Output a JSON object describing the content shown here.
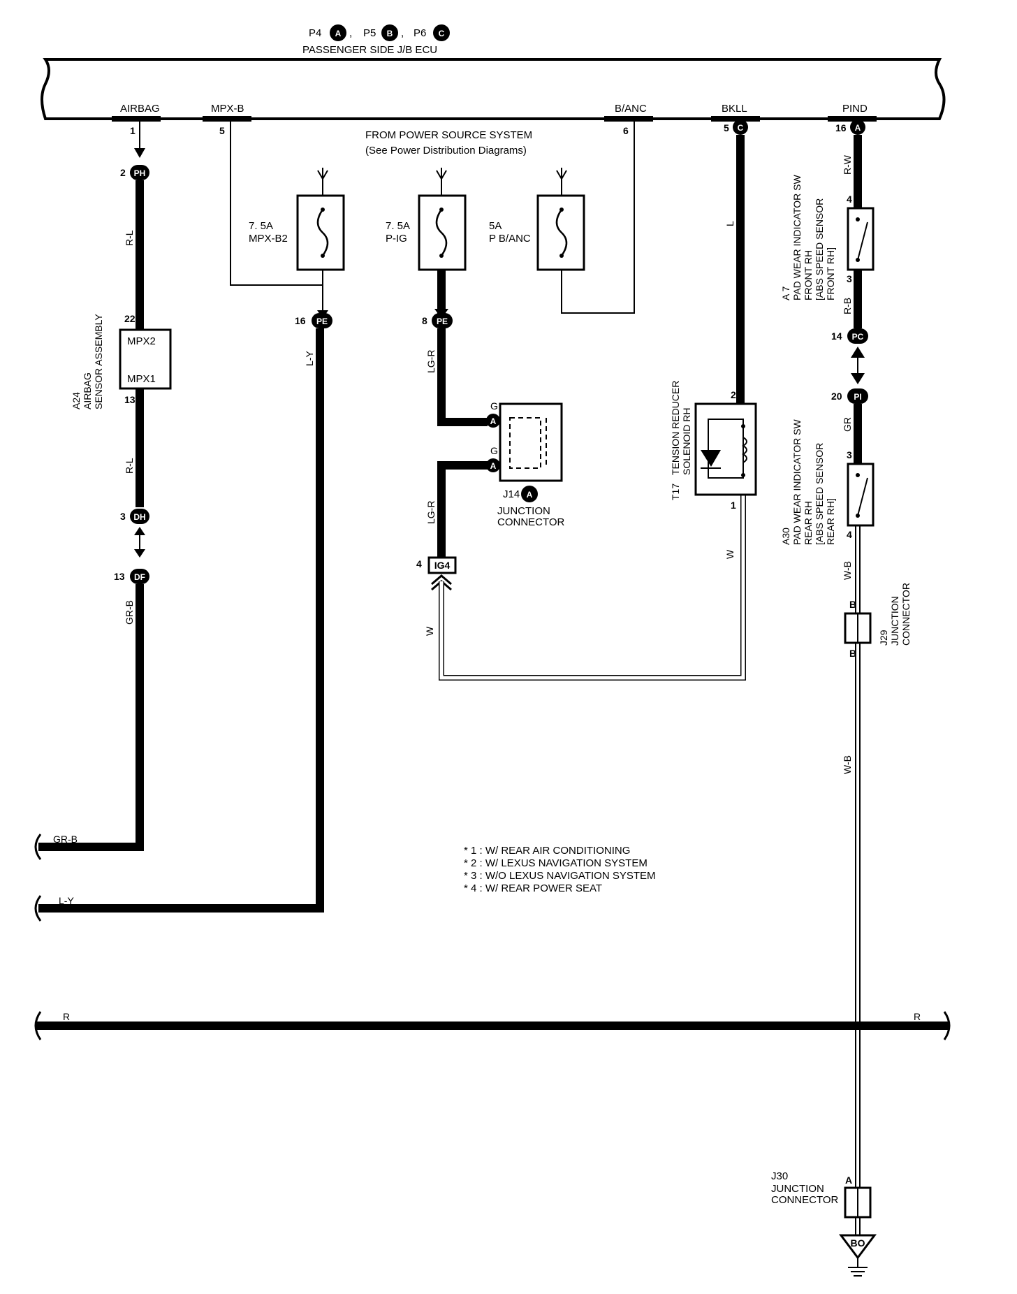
{
  "header": {
    "connectors_p4": "P4",
    "connectors_p4_letter": "A",
    "connectors_p5": "P5",
    "connectors_p5_letter": "B",
    "connectors_p6": "P6",
    "connectors_p6_letter": "C",
    "separator": ",",
    "ecu_name": "PASSENGER SIDE J/B ECU"
  },
  "ecu_terminals": {
    "airbag": "AIRBAG",
    "mpxb": "MPX-B",
    "banc": "B/ANC",
    "bkll": "BKLL",
    "pind": "PIND"
  },
  "pins": {
    "airbag_pin": "1",
    "mpxb_pin": "5",
    "banc_pin": "6",
    "bkll_pin": "5",
    "bkll_conn": "C",
    "pind_pin": "16",
    "pind_conn": "A"
  },
  "power_source": {
    "line1": "FROM POWER SOURCE SYSTEM",
    "line2": "(See Power Distribution Diagrams)"
  },
  "fuses": [
    {
      "amp": "7. 5A",
      "name": "MPX-B2"
    },
    {
      "amp": "7. 5A",
      "name": "P-IG"
    },
    {
      "amp": "5A",
      "name": "P B/ANC"
    }
  ],
  "connectors": {
    "ph": {
      "pin": "2",
      "id": "PH"
    },
    "pe1": {
      "pin": "16",
      "id": "PE"
    },
    "pe2": {
      "pin": "8",
      "id": "PE"
    },
    "dh": {
      "pin": "3",
      "id": "DH"
    },
    "df": {
      "pin": "13",
      "id": "DF"
    },
    "pc": {
      "pin": "14",
      "id": "PC"
    },
    "pi": {
      "pin": "20",
      "id": "PI"
    },
    "ig4": {
      "pin": "4",
      "id": "IG4"
    },
    "bo": {
      "id": "BO"
    }
  },
  "wire_colors": {
    "r_l_top": "R-L",
    "r_l_bottom": "R-L",
    "gr_b": "GR-B",
    "l_y": "L-Y",
    "lg_r_top": "LG-R",
    "lg_r_bottom": "LG-R",
    "w_left": "W",
    "w_t17": "W",
    "l": "L",
    "r_w": "R-W",
    "r_b": "R-B",
    "gr": "GR",
    "w_b_upper": "W-B",
    "w_b_lower": "W-B",
    "gr_b_out": "GR-B",
    "l_y_out": "L-Y",
    "r_left": "R",
    "r_right": "R"
  },
  "airbag_assembly": {
    "code": "A24",
    "name_line1": "AIRBAG",
    "name_line2": "SENSOR ASSEMBLY",
    "terminal_top": "MPX2",
    "terminal_bottom": "MPX1",
    "pin_top": "22",
    "pin_bottom": "13"
  },
  "j14": {
    "code": "J14",
    "letter": "A",
    "name_line1": "JUNCTION",
    "name_line2": "CONNECTOR",
    "pin_g1": "G",
    "pin_g2": "G",
    "conn_a1": "A",
    "conn_a2": "A"
  },
  "t17": {
    "code": "T17",
    "name_line1": "TENSION REDUCER",
    "name_line2": "SOLENOID RH",
    "pin_top": "2",
    "pin_bottom": "1"
  },
  "a7": {
    "code": "A 7",
    "name_line1": "PAD WEAR INDICATOR SW",
    "name_line2": "FRONT RH",
    "name_line3": "[ABS SPEED SENSOR",
    "name_line4": "FRONT RH]",
    "pin_top": "4",
    "pin_bottom": "3"
  },
  "a30": {
    "code": "A30",
    "name_line1": "PAD WEAR INDICATOR SW",
    "name_line2": "REAR RH",
    "name_line3": "[ABS SPEED SENSOR",
    "name_line4": "REAR RH]",
    "pin_top": "3",
    "pin_bottom": "4"
  },
  "j29": {
    "code": "J29",
    "name_line1": "JUNCTION",
    "name_line2": "CONNECTOR",
    "pin_top": "B",
    "pin_bottom": "B"
  },
  "j30": {
    "code": "J30",
    "name_line1": "JUNCTION",
    "name_line2": "CONNECTOR",
    "pin_top": "A"
  },
  "notes": [
    "* 1 : W/ REAR AIR CONDITIONING",
    "* 2 : W/ LEXUS NAVIGATION SYSTEM",
    "* 3 : W/O LEXUS NAVIGATION SYSTEM",
    "* 4 : W/ REAR POWER SEAT"
  ]
}
